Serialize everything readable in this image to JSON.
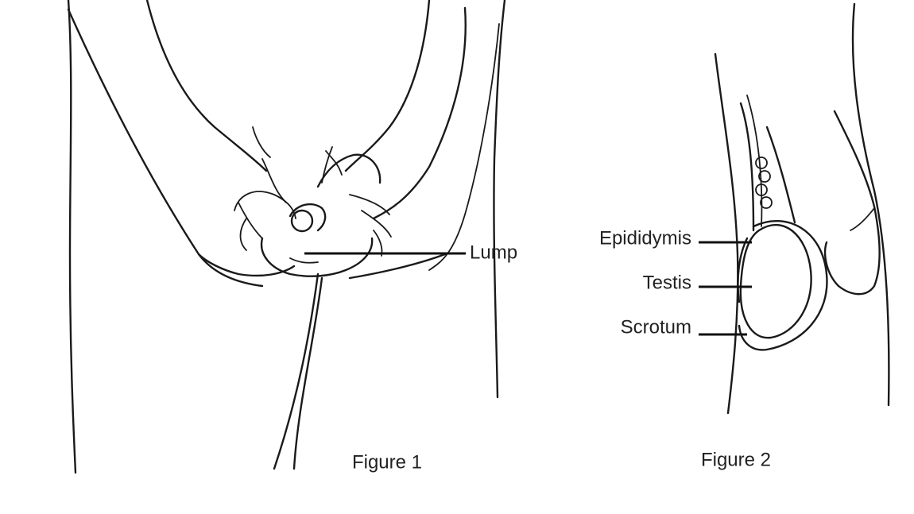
{
  "figure1": {
    "caption": "Figure 1",
    "labels": {
      "lump": "Lump"
    }
  },
  "figure2": {
    "caption": "Figure 2",
    "labels": {
      "epididymis": "Epididymis",
      "testis": "Testis",
      "scrotum": "Scrotum"
    }
  }
}
